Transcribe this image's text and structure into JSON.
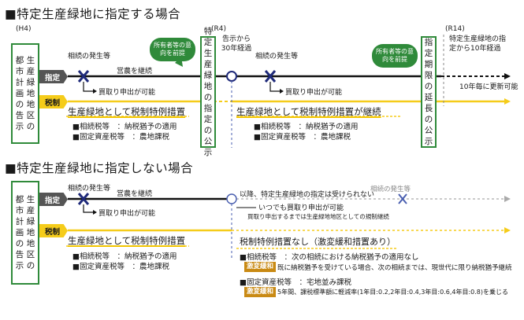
{
  "top": {
    "title": "■特定生産緑地に指定する場合",
    "h4": "(H4)",
    "r4": "(R4)",
    "r14": "(R14)",
    "left_vertical": [
      "生産緑地地区の",
      "都市計画の告示"
    ],
    "tag_designation": "指定",
    "tag_tax": "税制",
    "inherit_1": "相続の発生等",
    "continue_farming": "営農を継続",
    "buyback_1": "買取り申出が可能",
    "owner_consent_1": "所有者等の意向を前提",
    "designation_notice": "特定生産緑地の指定の公示",
    "after30": "告示から30年経過",
    "inherit_2": "相続の発生等",
    "buyback_2": "買取り申出が可能",
    "owner_consent_2": "所有者等の意向を前提",
    "extension_notice": "指定期限の延長の公示",
    "r14_note": "特定生産緑地の指定から10年経過",
    "renew": "10年毎に更新可能",
    "tax_title_1": "生産緑地として税制特例措置",
    "tax1_line1": "■相続税等　：納税猶予の適用",
    "tax1_line2": "■固定資産税等　：農地課税",
    "tax_title_2": "生産緑地として税制特例措置が継続",
    "tax2_line1": "■相続税等　：納税猶予の適用",
    "tax2_line2": "■固定資産税等　：農地課税"
  },
  "bottom": {
    "title": "■特定生産緑地に指定しない場合",
    "left_vertical": [
      "生産緑地地区の",
      "都市計画の告示"
    ],
    "tag_designation": "指定",
    "tag_tax": "税制",
    "inherit_1": "相続の発生等",
    "continue_farming": "営農を継続",
    "buyback_1": "買取り申出が可能",
    "no_designation": "以降、特定生産緑地の指定は受けられない",
    "anytime_buyback": "いつでも買取り申出が可能",
    "restriction": "買取り申出するまでは生産緑地地区としての規制継続",
    "inherit_2": "相続の発生等",
    "tax_title_1": "生産緑地として税制特例措置",
    "tax1_line1": "■相続税等　：納税猶予の適用",
    "tax1_line2": "■固定資産税等　：農地課税",
    "no_tax_title": "税制特例措置なし（激変緩和措置あり）",
    "inherit_tax_line": "■相続税等　：次の相続における納税猶予の適用なし",
    "badge_1": "激変緩和",
    "badge_1_text": "既に納税猶予を受けている場合、次の相続までは、現世代に限り納税猶予継続",
    "fixed_tax_line": "■固定資産税等　：宅地並み課税",
    "badge_2": "激変緩和",
    "badge_2_text": "5年間、課税標準額に軽減率(1年目:0.2,2年目:0.4,3年目:0.6,4年目:0.8)を乗じる"
  },
  "colors": {
    "green": "#2f8a3a",
    "yellow": "#f5cc1a",
    "navy": "#1f2a7a",
    "blue": "#4a5fb0",
    "brown": "#c98a14",
    "dark": "#555555"
  }
}
